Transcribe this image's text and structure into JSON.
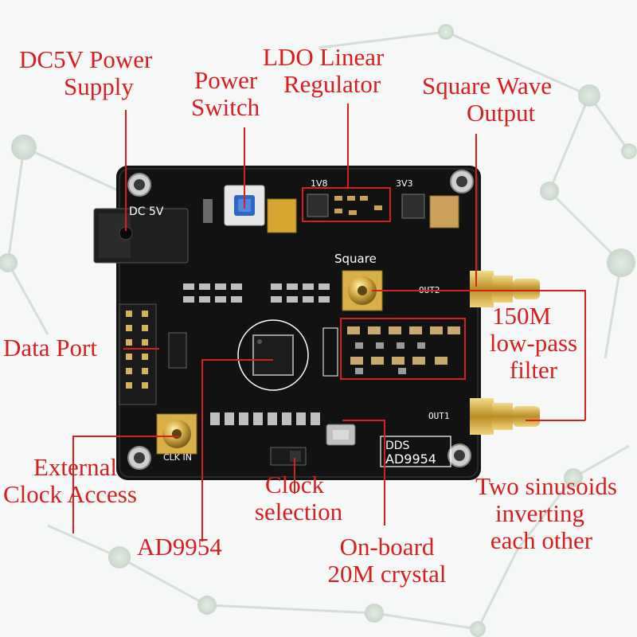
{
  "labels": {
    "dc5v_power_supply": [
      "DC5V Power",
      "Supply"
    ],
    "power_switch": [
      "Power",
      "Switch"
    ],
    "ldo_linear_regulator": [
      "LDO Linear",
      "Regulator"
    ],
    "square_wave_output": [
      "Square Wave",
      "Output"
    ],
    "lowpass_filter": [
      "150M",
      "low-pass",
      "filter"
    ],
    "data_port": "Data Port",
    "external_clock_access": [
      "External",
      "Clock Access"
    ],
    "ad9954": "AD9954",
    "clock_selection": [
      "Clock",
      "selection"
    ],
    "onboard_crystal": [
      "On-board",
      "20M crystal"
    ],
    "two_sinusoids": [
      "Two sinusoids",
      "inverting",
      "each other"
    ]
  },
  "silkscreen": {
    "dc_jack": "DC 5V",
    "rail_1v8": "1V8",
    "rail_3v3": "3V3",
    "square": "Square",
    "out2": "OUT2",
    "out1": "OUT1",
    "dds": "DDS",
    "chip": "AD9954",
    "clk_in": "CLK IN"
  },
  "colors": {
    "annotation": "#d81e1e",
    "pcb": "#121212",
    "silkscreen": "#ffffff",
    "gold": "#c9a23a"
  }
}
